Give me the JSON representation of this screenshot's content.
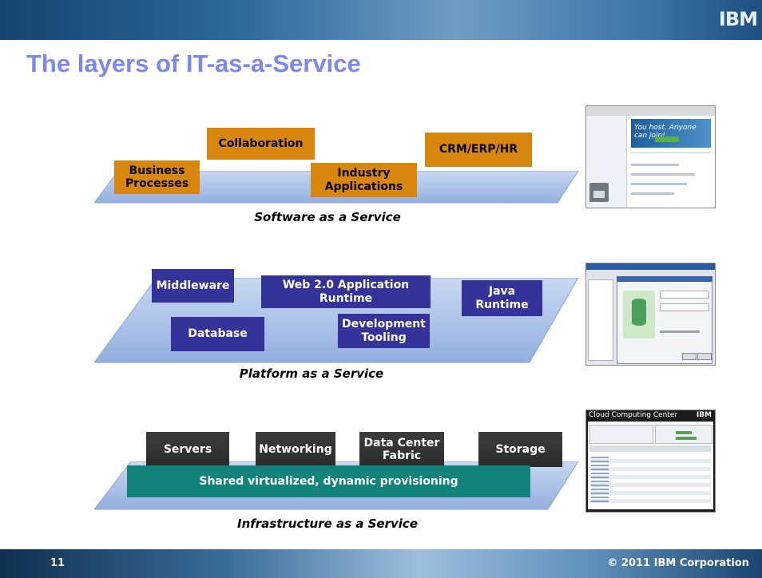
{
  "header": {
    "logo": "IBM"
  },
  "title": "The layers of IT-as-a-Service",
  "layers": {
    "saas": {
      "caption": "Software as a Service",
      "boxes": [
        "Collaboration",
        "Business Processes",
        "Industry Applications",
        "CRM/ERP/HR"
      ],
      "screenshot_text": "You host. Anyone can join!"
    },
    "paas": {
      "caption": "Platform as a Service",
      "boxes": [
        "Middleware",
        "Web 2.0 Application Runtime",
        "Java Runtime",
        "Database",
        "Development Tooling"
      ]
    },
    "iaas": {
      "caption": "Infrastructure as a Service",
      "boxes": [
        "Servers",
        "Networking",
        "Data Center Fabric",
        "Storage"
      ],
      "shared": "Shared virtualized, dynamic provisioning",
      "screenshot_title": "Cloud Computing Center",
      "screenshot_logo": "IBM"
    }
  },
  "footer": {
    "page": "11",
    "copyright": "© 2011 IBM Corporation"
  },
  "colors": {
    "saas_box": "#d9860f",
    "paas_box": "#333399",
    "iaas_box": "#333333",
    "shared_box": "#13847c",
    "platform": "#b9cdee",
    "title": "#7e88ea"
  }
}
